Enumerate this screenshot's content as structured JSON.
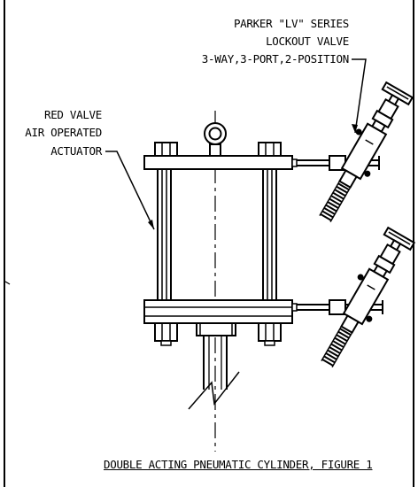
{
  "drawing": {
    "title": "DOUBLE ACTING PNEUMATIC CYLINDER, FIGURE 1",
    "valve_label": [
      "PARKER \"LV\" SERIES",
      "LOCKOUT VALVE",
      "3-WAY,3-PORT,2-POSITION"
    ],
    "actuator_label": [
      "RED VALVE",
      "AIR OPERATED",
      "ACTUATOR"
    ]
  }
}
